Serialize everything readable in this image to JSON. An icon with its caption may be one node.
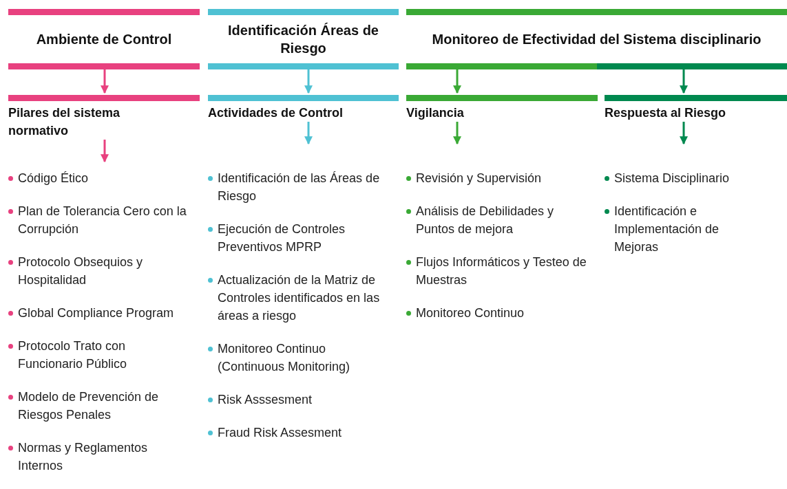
{
  "diagram": {
    "nodes": [
      {
        "text": [
          "Ambiente de Control"
        ]
      },
      {
        "text": [
          "Identificación Áreas de Riesgo"
        ]
      },
      {
        "text": [
          "Monitoreo de Efectividad del Sistema disciplinario"
        ]
      },
      {
        "text": [
          "Pilares del sistema normativo"
        ]
      },
      {
        "text": [
          "Actividades de Control"
        ]
      },
      {
        "text": [
          "Vigilancia"
        ]
      },
      {
        "text": [
          "Respuesta al Riesgo"
        ]
      }
    ],
    "edges": [
      {
        "from": 0,
        "to": 3,
        "arrow": "to",
        "color": "#e8417f"
      },
      {
        "from": 1,
        "to": 4,
        "arrow": "to",
        "color": "#4fc1d3"
      },
      {
        "from": 2,
        "to": 5,
        "arrow": "to",
        "color": "#3aa935"
      },
      {
        "from": 2,
        "to": 6,
        "arrow": "to",
        "color": "#00894f"
      },
      {
        "from": 3,
        "to": null,
        "arrow": "to",
        "color": "#e8417f"
      },
      {
        "from": 4,
        "to": null,
        "arrow": "to",
        "color": "#4fc1d3"
      },
      {
        "from": 5,
        "to": null,
        "arrow": "to",
        "color": "#3aa935"
      },
      {
        "from": 6,
        "to": null,
        "arrow": "to",
        "color": "#00894f"
      }
    ],
    "labels": [
      "Código Ético",
      "Plan de Tolerancia Cero con la Corrupción",
      "Protocolo Obsequios y Hospitalidad",
      "Global Compliance Program",
      "Protocolo Trato con Funcionario Público",
      "Modelo de Prevención de Riesgos Penales",
      "Normas y Reglamentos Internos",
      "Identificación de las Áreas de Riesgo",
      "Ejecución de Controles Preventivos MPRP",
      "Actualización de la Matriz de Controles identificados en las áreas a riesgo",
      "Monitoreo Continuo (Continuous Monitoring)",
      "Risk Asssesment",
      "Fraud Risk Assesment",
      "Revisión y Supervisión",
      "Análisis de Debilidades y Puntos de mejora",
      "Flujos Informáticos y Testeo de Muestras",
      "Monitoreo Continuo",
      "Sistema Disciplinario",
      "Identificación e Implementación de Mejoras"
    ]
  }
}
